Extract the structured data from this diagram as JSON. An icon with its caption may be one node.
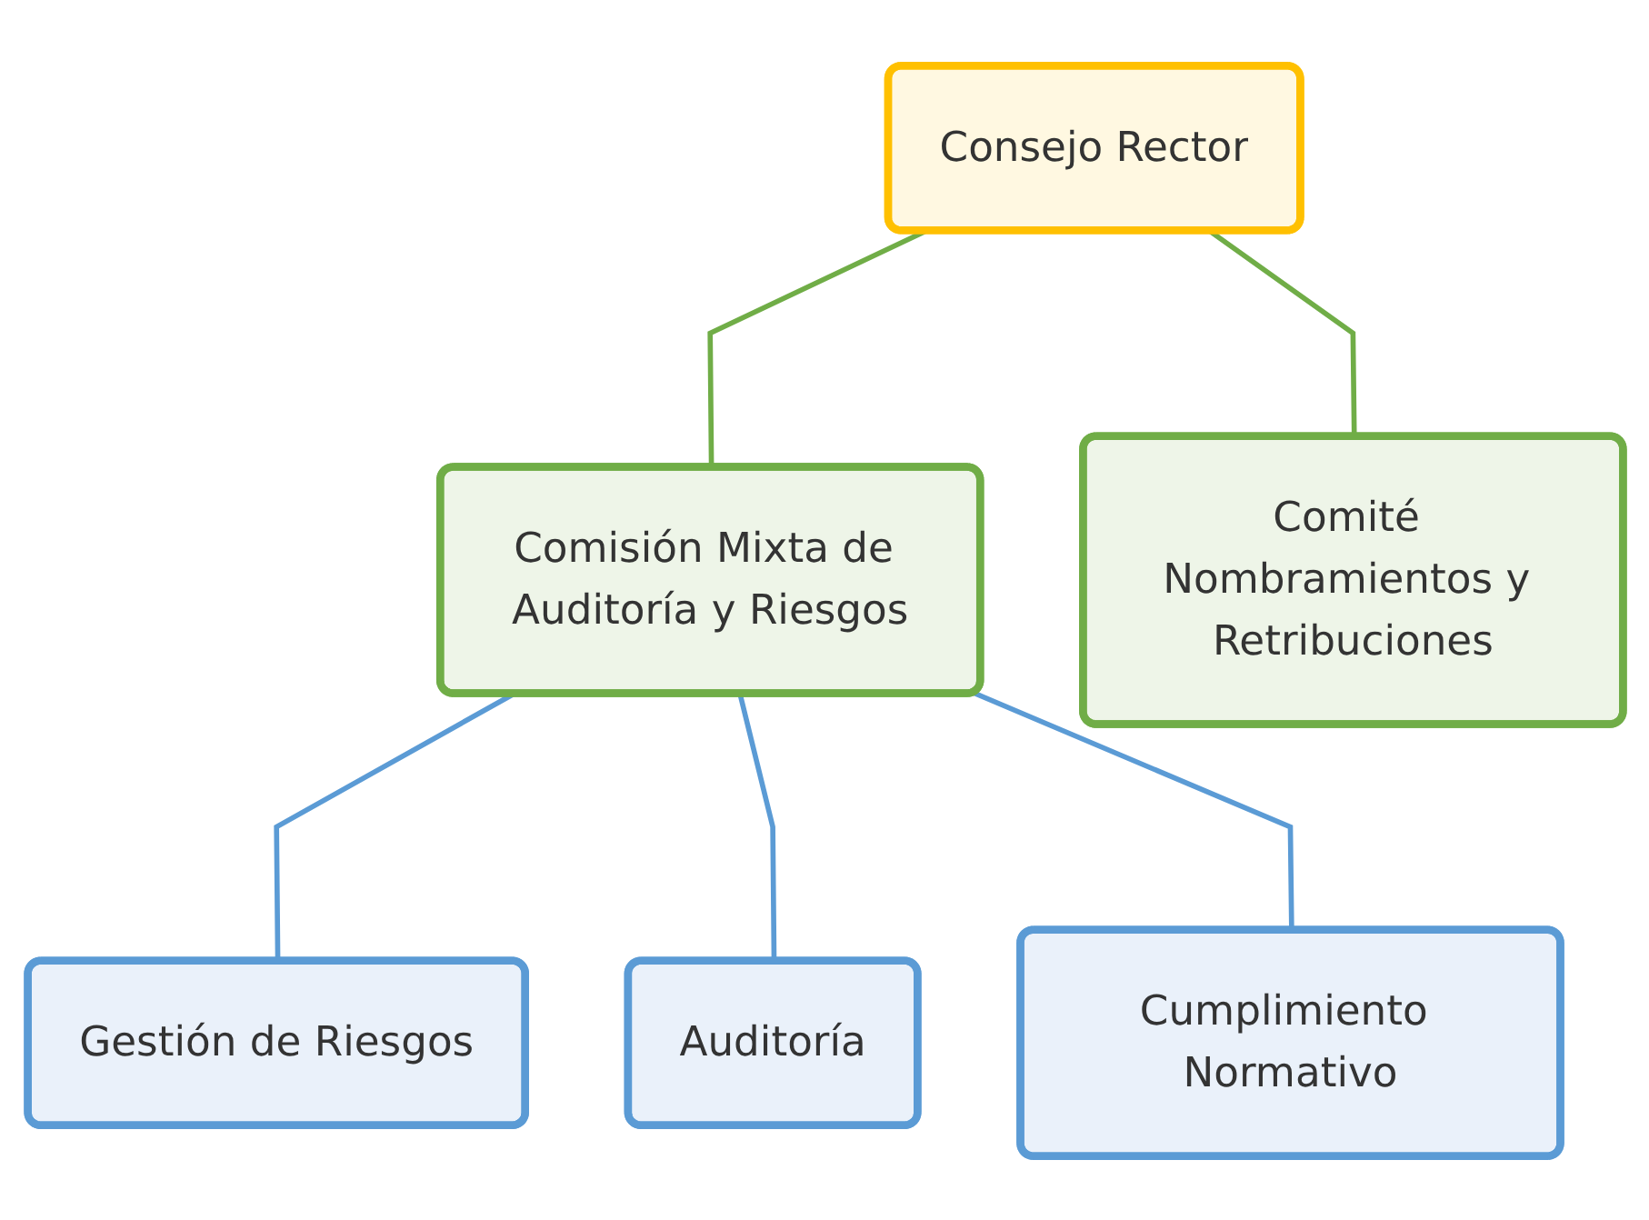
{
  "diagram": {
    "nodes": [
      {
        "text": [
          "Consejo Rector"
        ]
      },
      {
        "text": [
          "Comisión Mixta de Auditoría y Riesgos"
        ]
      },
      {
        "text": [
          "Comité Nombramientos y Retribuciones"
        ]
      },
      {
        "text": [
          "Gestión de Riesgos"
        ]
      },
      {
        "text": [
          "Auditoría"
        ]
      },
      {
        "text": [
          "Cumplimiento Normativo"
        ]
      }
    ],
    "edges": [
      {
        "from": 0,
        "to": 1,
        "arrow": "none",
        "color": "#70ad47"
      },
      {
        "from": 0,
        "to": 2,
        "arrow": "none",
        "color": "#70ad47"
      },
      {
        "from": 1,
        "to": 3,
        "arrow": "none"
      },
      {
        "from": 1,
        "to": 4,
        "arrow": "none"
      },
      {
        "from": 1,
        "to": 5,
        "arrow": "none"
      }
    ]
  }
}
